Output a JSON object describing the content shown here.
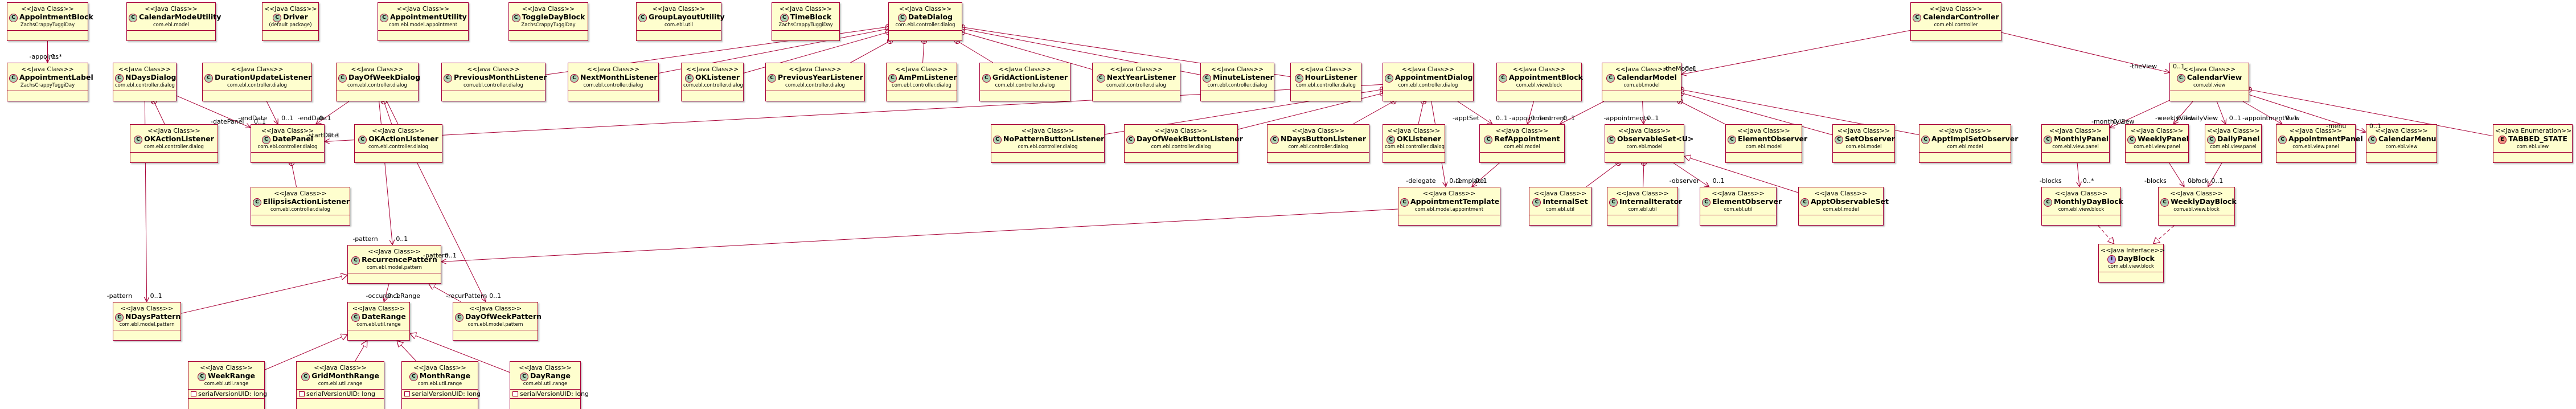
{
  "classes": [
    {
      "id": "AppointmentBlock",
      "kind": "C",
      "stereo": "<<Java Class>>",
      "name": "AppointmentBlock",
      "pkg": "ZachsCrappyTuggiDay"
    },
    {
      "id": "CalendarModeUtility",
      "kind": "C",
      "stereo": "<<Java Class>>",
      "name": "CalendarModeUtility",
      "pkg": "com.ebl.model"
    },
    {
      "id": "Driver",
      "kind": "C",
      "stereo": "<<Java Class>>",
      "name": "Driver",
      "pkg": "(default package)"
    },
    {
      "id": "AppointmentUtility",
      "kind": "C",
      "stereo": "<<Java Class>>",
      "name": "AppointmentUtility",
      "pkg": "com.ebl.model.appointment"
    },
    {
      "id": "ToggleDayBlock",
      "kind": "C",
      "stereo": "<<Java Class>>",
      "name": "ToggleDayBlock",
      "pkg": "ZachsCrappyTuggiDay"
    },
    {
      "id": "GroupLayoutUtility",
      "kind": "C",
      "stereo": "<<Java Class>>",
      "name": "GroupLayoutUtility",
      "pkg": "com.ebl.util"
    },
    {
      "id": "TimeBlock",
      "kind": "C",
      "stereo": "<<Java Class>>",
      "name": "TimeBlock",
      "pkg": "ZachsCrappyTuggiDay"
    },
    {
      "id": "DateDialog",
      "kind": "C",
      "stereo": "<<Java Class>>",
      "name": "DateDialog",
      "pkg": "com.ebl.controller.dialog"
    },
    {
      "id": "CalendarController",
      "kind": "C",
      "stereo": "<<Java Class>>",
      "name": "CalendarController",
      "pkg": "com.ebl.controller"
    },
    {
      "id": "AppointmentLabel",
      "kind": "C",
      "stereo": "<<Java Class>>",
      "name": "AppointmentLabel",
      "pkg": "ZachsCrappyTuggiDay"
    },
    {
      "id": "NDaysDialog",
      "kind": "C",
      "stereo": "<<Java Class>>",
      "name": "NDaysDialog",
      "pkg": "com.ebl.controller.dialog"
    },
    {
      "id": "DurationUpdateListener",
      "kind": "C",
      "stereo": "<<Java Class>>",
      "name": "DurationUpdateListener",
      "pkg": "com.ebl.controller.dialog"
    },
    {
      "id": "DayOfWeekDialog",
      "kind": "C",
      "stereo": "<<Java Class>>",
      "name": "DayOfWeekDialog",
      "pkg": "com.ebl.controller.dialog"
    },
    {
      "id": "PreviousMonthListener",
      "kind": "C",
      "stereo": "<<Java Class>>",
      "name": "PreviousMonthListener",
      "pkg": "com.ebl.controller.dialog"
    },
    {
      "id": "NextMonthListener",
      "kind": "C",
      "stereo": "<<Java Class>>",
      "name": "NextMonthListener",
      "pkg": "com.ebl.controller.dialog"
    },
    {
      "id": "OKListener1",
      "kind": "C",
      "stereo": "<<Java Class>>",
      "name": "OKListener",
      "pkg": "com.ebl.controller.dialog"
    },
    {
      "id": "PreviousYearListener",
      "kind": "C",
      "stereo": "<<Java Class>>",
      "name": "PreviousYearListener",
      "pkg": "com.ebl.controller.dialog"
    },
    {
      "id": "AmPmListener",
      "kind": "C",
      "stereo": "<<Java Class>>",
      "name": "AmPmListener",
      "pkg": "com.ebl.controller.dialog"
    },
    {
      "id": "GridActionListener",
      "kind": "C",
      "stereo": "<<Java Class>>",
      "name": "GridActionListener",
      "pkg": "com.ebl.controller.dialog"
    },
    {
      "id": "NextYearListener",
      "kind": "C",
      "stereo": "<<Java Class>>",
      "name": "NextYearListener",
      "pkg": "com.ebl.controller.dialog"
    },
    {
      "id": "MinuteListener",
      "kind": "C",
      "stereo": "<<Java Class>>",
      "name": "MinuteListener",
      "pkg": "com.ebl.controller.dialog"
    },
    {
      "id": "HourListener",
      "kind": "C",
      "stereo": "<<Java Class>>",
      "name": "HourListener",
      "pkg": "com.ebl.controller.dialog"
    },
    {
      "id": "AppointmentDialog",
      "kind": "C",
      "stereo": "<<Java Class>>",
      "name": "AppointmentDialog",
      "pkg": "com.ebl.controller.dialog"
    },
    {
      "id": "AppointmentBlock2",
      "kind": "C",
      "stereo": "<<Java Class>>",
      "name": "AppointmentBlock",
      "pkg": "com.ebl.view.block"
    },
    {
      "id": "CalendarModel",
      "kind": "C",
      "stereo": "<<Java Class>>",
      "name": "CalendarModel",
      "pkg": "com.ebl.model"
    },
    {
      "id": "CalendarView",
      "kind": "C",
      "stereo": "<<Java Class>>",
      "name": "CalendarView",
      "pkg": "com.ebl.view"
    },
    {
      "id": "OKActionListener1",
      "kind": "C",
      "stereo": "<<Java Class>>",
      "name": "OKActionListener",
      "pkg": "com.ebl.controller.dialog"
    },
    {
      "id": "DatePanel",
      "kind": "C",
      "stereo": "<<Java Class>>",
      "name": "DatePanel",
      "pkg": "com.ebl.controller.dialog"
    },
    {
      "id": "OKActionListener2",
      "kind": "C",
      "stereo": "<<Java Class>>",
      "name": "OKActionListener",
      "pkg": "com.ebl.controller.dialog"
    },
    {
      "id": "NoPatternButtonListener",
      "kind": "C",
      "stereo": "<<Java Class>>",
      "name": "NoPatternButtonListener",
      "pkg": "com.ebl.controller.dialog"
    },
    {
      "id": "DayOfWeekButtonListener",
      "kind": "C",
      "stereo": "<<Java Class>>",
      "name": "DayOfWeekButtonListener",
      "pkg": "com.ebl.controller.dialog"
    },
    {
      "id": "NDaysButtonListener",
      "kind": "C",
      "stereo": "<<Java Class>>",
      "name": "NDaysButtonListener",
      "pkg": "com.ebl.controller.dialog"
    },
    {
      "id": "OKListener2",
      "kind": "C",
      "stereo": "<<Java Class>>",
      "name": "OKListener",
      "pkg": "com.ebl.controller.dialog"
    },
    {
      "id": "RefAppointment",
      "kind": "C",
      "stereo": "<<Java Class>>",
      "name": "RefAppointment",
      "pkg": "com.ebl.model"
    },
    {
      "id": "ObservableSet",
      "kind": "C",
      "stereo": "<<Java Class>>",
      "name": "ObservableSet<U>",
      "pkg": "com.ebl.model"
    },
    {
      "id": "ElementObserver1",
      "kind": "C",
      "stereo": "<<Java Class>>",
      "name": "ElementObserver",
      "pkg": "com.ebl.model"
    },
    {
      "id": "SetObserver",
      "kind": "C",
      "stereo": "<<Java Class>>",
      "name": "SetObserver",
      "pkg": "com.ebl.model"
    },
    {
      "id": "ApptImplSetObserver",
      "kind": "C",
      "stereo": "<<Java Class>>",
      "name": "ApptImplSetObserver",
      "pkg": "com.ebl.model"
    },
    {
      "id": "MonthlyPanel",
      "kind": "C",
      "stereo": "<<Java Class>>",
      "name": "MonthlyPanel",
      "pkg": "com.ebl.view.panel"
    },
    {
      "id": "WeeklyPanel",
      "kind": "C",
      "stereo": "<<Java Class>>",
      "name": "WeeklyPanel",
      "pkg": "com.ebl.view.panel"
    },
    {
      "id": "DailyPanel",
      "kind": "C",
      "stereo": "<<Java Class>>",
      "name": "DailyPanel",
      "pkg": "com.ebl.view.panel"
    },
    {
      "id": "AppointmentPanel",
      "kind": "C",
      "stereo": "<<Java Class>>",
      "name": "AppointmentPanel",
      "pkg": "com.ebl.view.panel"
    },
    {
      "id": "CalendarMenu",
      "kind": "C",
      "stereo": "<<Java Class>>",
      "name": "CalendarMenu",
      "pkg": "com.ebl.view"
    },
    {
      "id": "TABBED_STATE",
      "kind": "E",
      "stereo": "<<Java Enumeration>>",
      "name": "TABBED_STATE",
      "pkg": "com.ebl.view"
    },
    {
      "id": "EllipsisActionListener",
      "kind": "C",
      "stereo": "<<Java Class>>",
      "name": "EllipsisActionListener",
      "pkg": "com.ebl.controller.dialog"
    },
    {
      "id": "AppointmentTemplate",
      "kind": "C",
      "stereo": "<<Java Class>>",
      "name": "AppointmentTemplate",
      "pkg": "com.ebl.model.appointment"
    },
    {
      "id": "InternalSet",
      "kind": "C",
      "stereo": "<<Java Class>>",
      "name": "InternalSet",
      "pkg": "com.ebl.util"
    },
    {
      "id": "InternalIterator",
      "kind": "C",
      "stereo": "<<Java Class>>",
      "name": "InternalIterator",
      "pkg": "com.ebl.util"
    },
    {
      "id": "ElementObserver2",
      "kind": "C",
      "stereo": "<<Java Class>>",
      "name": "ElementObserver",
      "pkg": "com.ebl.util"
    },
    {
      "id": "ApptObservableSet",
      "kind": "C",
      "stereo": "<<Java Class>>",
      "name": "ApptObservableSet",
      "pkg": "com.ebl.model"
    },
    {
      "id": "MonthlyDayBlock",
      "kind": "C",
      "stereo": "<<Java Class>>",
      "name": "MonthlyDayBlock",
      "pkg": "com.ebl.view.block"
    },
    {
      "id": "WeeklyDayBlock",
      "kind": "C",
      "stereo": "<<Java Class>>",
      "name": "WeeklyDayBlock",
      "pkg": "com.ebl.view.block"
    },
    {
      "id": "DayBlock",
      "kind": "I",
      "stereo": "<<Java Interface>>",
      "name": "DayBlock",
      "pkg": "com.ebl.view.block"
    },
    {
      "id": "RecurrencePattern",
      "kind": "C",
      "stereo": "<<Java Class>>",
      "name": "RecurrencePattern",
      "pkg": "com.ebl.model.pattern"
    },
    {
      "id": "NDaysPattern",
      "kind": "C",
      "stereo": "<<Java Class>>",
      "name": "NDaysPattern",
      "pkg": "com.ebl.model.pattern"
    },
    {
      "id": "DateRange",
      "kind": "C",
      "stereo": "<<Java Class>>",
      "name": "DateRange",
      "pkg": "com.ebl.util.range"
    },
    {
      "id": "DayOfWeekPattern",
      "kind": "C",
      "stereo": "<<Java Class>>",
      "name": "DayOfWeekPattern",
      "pkg": "com.ebl.model.pattern"
    },
    {
      "id": "WeekRange",
      "kind": "C",
      "stereo": "<<Java Class>>",
      "name": "WeekRange",
      "pkg": "com.ebl.util.range",
      "fields": [
        "serialVersionUID: long"
      ]
    },
    {
      "id": "GridMonthRange",
      "kind": "C",
      "stereo": "<<Java Class>>",
      "name": "GridMonthRange",
      "pkg": "com.ebl.util.range",
      "fields": [
        "serialVersionUID: long"
      ]
    },
    {
      "id": "MonthRange",
      "kind": "C",
      "stereo": "<<Java Class>>",
      "name": "MonthRange",
      "pkg": "com.ebl.util.range",
      "fields": [
        "serialVersionUID: long"
      ]
    },
    {
      "id": "DayRange",
      "kind": "C",
      "stereo": "<<Java Class>>",
      "name": "DayRange",
      "pkg": "com.ebl.util.range",
      "fields": [
        "serialVersionUID: long"
      ]
    }
  ],
  "relations": [
    {
      "from": "AppointmentBlock",
      "to": "AppointmentLabel",
      "type": "assoc",
      "label": "-appoints",
      "mult": "0..*"
    },
    {
      "from": "CalendarController",
      "to": "CalendarModel",
      "type": "assoc",
      "label": "-theModel",
      "mult": "0..1"
    },
    {
      "from": "CalendarController",
      "to": "CalendarView",
      "type": "assoc",
      "label": "-theView",
      "mult": "0..1"
    },
    {
      "from": "DateDialog",
      "to": "PreviousMonthListener",
      "type": "nested"
    },
    {
      "from": "DateDialog",
      "to": "NextMonthListener",
      "type": "nested"
    },
    {
      "from": "DateDialog",
      "to": "OKListener1",
      "type": "nested"
    },
    {
      "from": "DateDialog",
      "to": "PreviousYearListener",
      "type": "nested"
    },
    {
      "from": "DateDialog",
      "to": "AmPmListener",
      "type": "nested"
    },
    {
      "from": "DateDialog",
      "to": "GridActionListener",
      "type": "nested"
    },
    {
      "from": "DateDialog",
      "to": "NextYearListener",
      "type": "nested"
    },
    {
      "from": "DateDialog",
      "to": "MinuteListener",
      "type": "nested"
    },
    {
      "from": "DateDialog",
      "to": "HourListener",
      "type": "nested"
    },
    {
      "from": "NDaysDialog",
      "to": "OKActionListener1",
      "type": "nested"
    },
    {
      "from": "NDaysDialog",
      "to": "DatePanel",
      "type": "assoc",
      "label": "-datePanel",
      "mult": "0..1"
    },
    {
      "from": "DurationUpdateListener",
      "to": "DatePanel",
      "type": "assoc",
      "label": "-endDate",
      "mult": "0..1"
    },
    {
      "from": "DayOfWeekDialog",
      "to": "DatePanel",
      "type": "assoc",
      "label": "-endDate",
      "mult": "0..1"
    },
    {
      "from": "DayOfWeekDialog",
      "to": "OKActionListener2",
      "type": "nested"
    },
    {
      "from": "AppointmentDialog",
      "to": "DatePanel",
      "type": "assoc",
      "label": "-startDate",
      "mult": "0..1"
    },
    {
      "from": "AppointmentDialog",
      "to": "NoPatternButtonListener",
      "type": "nested"
    },
    {
      "from": "AppointmentDialog",
      "to": "DayOfWeekButtonListener",
      "type": "nested"
    },
    {
      "from": "AppointmentDialog",
      "to": "NDaysButtonListener",
      "type": "nested"
    },
    {
      "from": "AppointmentDialog",
      "to": "OKListener2",
      "type": "nested"
    },
    {
      "from": "AppointmentDialog",
      "to": "RefAppointment",
      "type": "assoc",
      "label": "-apptSet",
      "mult": "0..1"
    },
    {
      "from": "AppointmentDialog",
      "to": "AppointmentTemplate",
      "type": "assoc",
      "label": "-delegate",
      "mult": "0..1"
    },
    {
      "from": "AppointmentBlock2",
      "to": "RefAppointment",
      "type": "assoc",
      "label": "-appointment",
      "mult": "0..1"
    },
    {
      "from": "CalendarModel",
      "to": "ObservableSet",
      "type": "assoc",
      "label": "-appointments",
      "mult": "0..1"
    },
    {
      "from": "CalendarModel",
      "to": "ElementObserver1",
      "type": "nested"
    },
    {
      "from": "CalendarModel",
      "to": "SetObserver",
      "type": "nested"
    },
    {
      "from": "CalendarModel",
      "to": "ApptImplSetObserver",
      "type": "nested"
    },
    {
      "from": "CalendarModel",
      "to": "RefAppointment",
      "type": "assoc",
      "label": "-current",
      "mult": "0..1"
    },
    {
      "from": "ObservableSet",
      "to": "InternalSet",
      "type": "nested"
    },
    {
      "from": "ObservableSet",
      "to": "InternalIterator",
      "type": "nested"
    },
    {
      "from": "ObservableSet",
      "to": "ElementObserver2",
      "type": "assoc",
      "label": "-observer",
      "mult": "0..1"
    },
    {
      "from": "ApptObservableSet",
      "to": "ObservableSet",
      "type": "gen"
    },
    {
      "from": "DatePanel",
      "to": "EllipsisActionListener",
      "type": "nested"
    },
    {
      "from": "RefAppointment",
      "to": "AppointmentTemplate",
      "type": "assoc",
      "label": "-template",
      "mult": "0..1"
    },
    {
      "from": "AppointmentTemplate",
      "to": "RecurrencePattern",
      "type": "assoc",
      "label": "-pattern",
      "mult": "0..1"
    },
    {
      "from": "CalendarView",
      "to": "MonthlyPanel",
      "type": "assoc",
      "label": "-monthlyView",
      "mult": "0..1"
    },
    {
      "from": "CalendarView",
      "to": "WeeklyPanel",
      "type": "assoc",
      "label": "-weeklyView",
      "mult": "0..1"
    },
    {
      "from": "CalendarView",
      "to": "DailyPanel",
      "type": "assoc",
      "label": "-dailyView",
      "mult": "0..1"
    },
    {
      "from": "CalendarView",
      "to": "AppointmentPanel",
      "type": "assoc",
      "label": "-appointmentView",
      "mult": "0..1"
    },
    {
      "from": "CalendarView",
      "to": "CalendarMenu",
      "type": "assoc",
      "label": "-menu",
      "mult": "0..1"
    },
    {
      "from": "CalendarView",
      "to": "TABBED_STATE",
      "type": "nested"
    },
    {
      "from": "MonthlyPanel",
      "to": "MonthlyDayBlock",
      "type": "assoc",
      "label": "-blocks",
      "mult": "0..*"
    },
    {
      "from": "WeeklyPanel",
      "to": "WeeklyDayBlock",
      "type": "assoc",
      "label": "-blocks",
      "mult": "0..*"
    },
    {
      "from": "DailyPanel",
      "to": "WeeklyDayBlock",
      "type": "assoc",
      "label": "-block",
      "mult": "0..1"
    },
    {
      "from": "MonthlyDayBlock",
      "to": "DayBlock",
      "type": "impl"
    },
    {
      "from": "WeeklyDayBlock",
      "to": "DayBlock",
      "type": "impl"
    },
    {
      "from": "NDaysDialog",
      "to": "NDaysPattern",
      "type": "assoc",
      "label": "-pattern",
      "mult": "0..1"
    },
    {
      "from": "DayOfWeekDialog",
      "to": "RecurrencePattern",
      "type": "assoc",
      "label": "-pattern",
      "mult": "0..1"
    },
    {
      "from": "NDaysPattern",
      "to": "RecurrencePattern",
      "type": "gen"
    },
    {
      "from": "DayOfWeekPattern",
      "to": "RecurrencePattern",
      "type": "gen"
    },
    {
      "from": "RecurrencePattern",
      "to": "DateRange",
      "type": "assoc",
      "label": "-occurenceRange",
      "mult": "0..1"
    },
    {
      "from": "DayOfWeekDialog",
      "to": "DayOfWeekPattern",
      "type": "assoc",
      "label": "-recurPattern",
      "mult": "0..1"
    },
    {
      "from": "WeekRange",
      "to": "DateRange",
      "type": "gen"
    },
    {
      "from": "GridMonthRange",
      "to": "DateRange",
      "type": "gen"
    },
    {
      "from": "MonthRange",
      "to": "DateRange",
      "type": "gen"
    },
    {
      "from": "DayRange",
      "to": "DateRange",
      "type": "gen"
    }
  ]
}
